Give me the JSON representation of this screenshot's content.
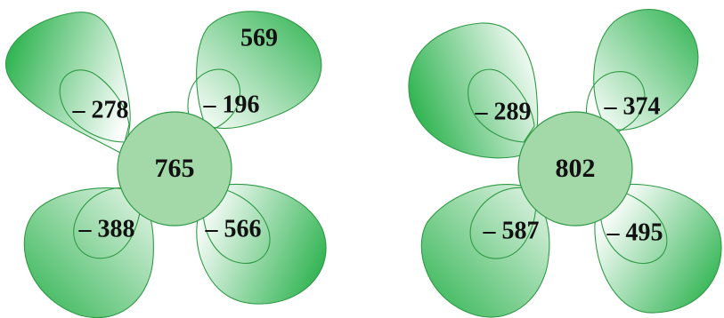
{
  "flowers": [
    {
      "center": "765",
      "petals": {
        "top_left": "– 278",
        "top_right": "– 196",
        "bottom_left": "– 388",
        "bottom_right": "– 566"
      },
      "answers": {
        "top_left": "",
        "top_right": "569",
        "bottom_left": "",
        "bottom_right": ""
      }
    },
    {
      "center": "802",
      "petals": {
        "top_left": "– 289",
        "top_right": "– 374",
        "bottom_left": "– 587",
        "bottom_right": "– 495"
      },
      "answers": {
        "top_left": "",
        "top_right": "",
        "bottom_left": "",
        "bottom_right": ""
      }
    }
  ],
  "colors": {
    "petal_dark": "#2bb24c",
    "petal_light": "#ffffff",
    "center_fill": "#a3d8a8",
    "outline": "#2f9a45"
  }
}
